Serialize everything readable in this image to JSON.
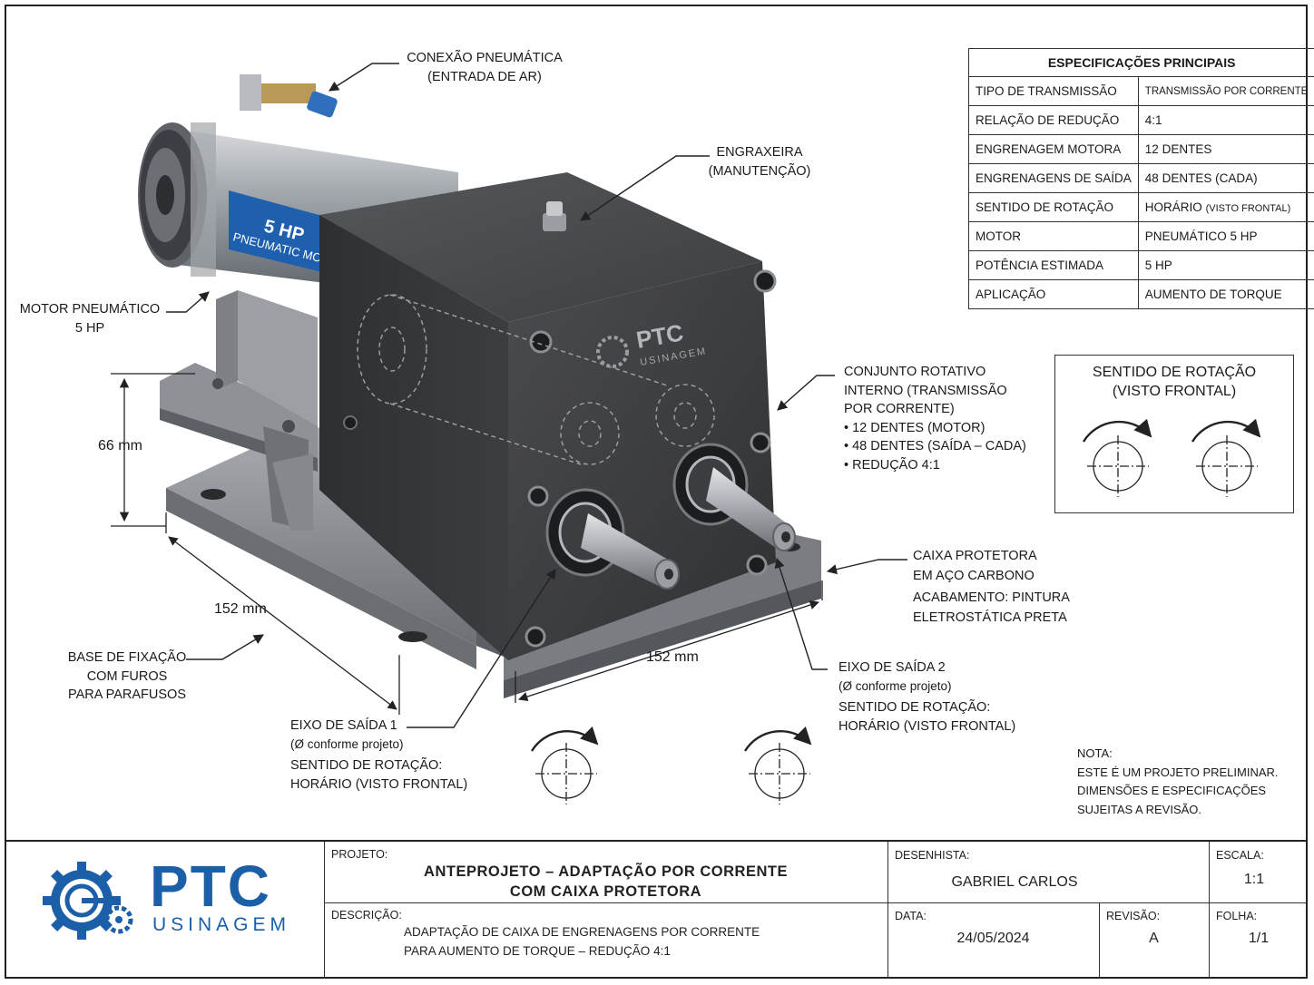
{
  "callouts": {
    "pneumatic_connection": [
      "CONEXÃO PNEUMÁTICA",
      "(ENTRADA DE AR)"
    ],
    "grease_fitting": [
      "ENGRAXEIRA",
      "(MANUTENÇÃO)"
    ],
    "pneumatic_motor": [
      "MOTOR PNEUMÁTICO",
      "5 HP"
    ],
    "rotating_assembly": [
      "CONJUNTO ROTATIVO",
      "INTERNO (TRANSMISSÃO",
      "POR CORRENTE)",
      "• 12 DENTES (MOTOR)",
      "• 48 DENTES (SAÍDA – CADA)",
      "• REDUÇÃO 4:1"
    ],
    "protective_case": [
      "CAIXA PROTETORA",
      "EM AÇO CARBONO",
      "ACABAMENTO: PINTURA",
      "ELETROSTÁTICA PRETA"
    ],
    "mounting_base": [
      "BASE DE FIXAÇÃO",
      "COM FUROS",
      "PARA PARAFUSOS"
    ],
    "output_shaft_1": {
      "title": "EIXO DE SAÍDA 1",
      "note": "(Ø conforme projeto)",
      "rotation": [
        "SENTIDO DE ROTAÇÃO:",
        "HORÁRIO (VISTO FRONTAL)"
      ]
    },
    "output_shaft_2": {
      "title": "EIXO DE SAÍDA 2",
      "note": "(Ø conforme projeto)",
      "rotation": [
        "SENTIDO DE ROTAÇÃO:",
        "HORÁRIO (VISTO FRONTAL)"
      ]
    }
  },
  "dimensions": {
    "height": "66 mm",
    "base_depth": "152 mm",
    "case_width": "152 mm"
  },
  "product_marking": {
    "power": "5 HP",
    "type": "PNEUMATIC MOTOR",
    "case_logo": "PTC",
    "case_logo_sub": "USINAGEM"
  },
  "specs": {
    "title": "ESPECIFICAÇÕES PRINCIPAIS",
    "rows": [
      {
        "label": "TIPO DE TRANSMISSÃO",
        "value": "TRANSMISSÃO POR CORRENTE"
      },
      {
        "label": "RELAÇÃO DE REDUÇÃO",
        "value": "4:1"
      },
      {
        "label": "ENGRENAGEM MOTORA",
        "value": "12 DENTES"
      },
      {
        "label": "ENGRENAGENS DE SAÍDA",
        "value": "48 DENTES (CADA)"
      },
      {
        "label": "SENTIDO DE ROTAÇÃO",
        "value": "HORÁRIO",
        "value_small": "(VISTO FRONTAL)"
      },
      {
        "label": "MOTOR",
        "value": "PNEUMÁTICO 5 HP"
      },
      {
        "label": "POTÊNCIA ESTIMADA",
        "value": "5 HP"
      },
      {
        "label": "APLICAÇÃO",
        "value": "AUMENTO DE TORQUE"
      }
    ]
  },
  "rotation_box": {
    "title": [
      "SENTIDO DE ROTAÇÃO",
      "(VISTO FRONTAL)"
    ]
  },
  "note": {
    "title": "NOTA:",
    "lines": [
      "ESTE É UM PROJETO PRELIMINAR.",
      "DIMENSÕES E ESPECIFICAÇÕES",
      "SUJEITAS A REVISÃO."
    ]
  },
  "title_block": {
    "logo_main": "PTC",
    "logo_sub": "USINAGEM",
    "project_label": "PROJETO:",
    "project_lines": [
      "ANTEPROJETO – ADAPTAÇÃO POR CORRENTE",
      "COM CAIXA PROTETORA"
    ],
    "description_label": "DESCRIÇÃO:",
    "description_lines": [
      "ADAPTAÇÃO DE CAIXA DE ENGRENAGENS POR CORRENTE",
      "PARA AUMENTO DE TORQUE – REDUÇÃO 4:1"
    ],
    "drafter_label": "DESENHISTA:",
    "drafter": "GABRIEL CARLOS",
    "scale_label": "ESCALA:",
    "scale": "1:1",
    "date_label": "DATA:",
    "date": "24/05/2024",
    "revision_label": "REVISÃO:",
    "revision": "A",
    "sheet_label": "FOLHA:",
    "sheet": "1/1"
  },
  "colors": {
    "brand_blue": "#1b5fa8",
    "case_dark": "#3a3b3d",
    "steel": "#9a9ea3",
    "line": "#222222"
  }
}
